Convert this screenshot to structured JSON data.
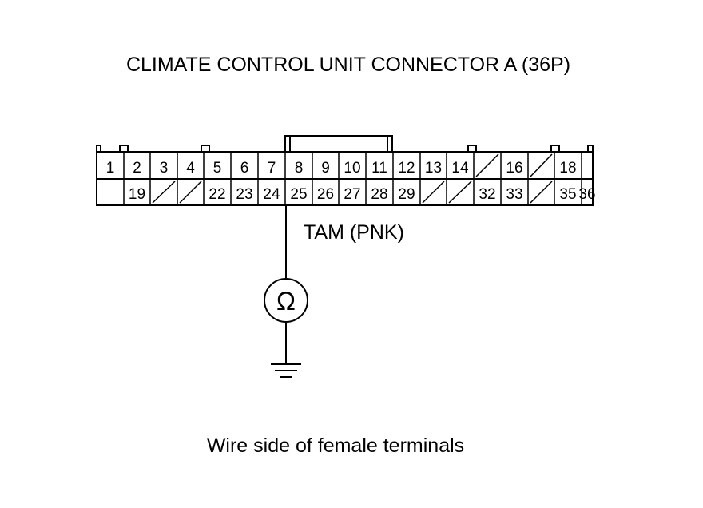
{
  "title": "CLIMATE CONTROL UNIT CONNECTOR A (36P)",
  "wire_label": "TAM (PNK)",
  "caption": "Wire side of female terminals",
  "meter_symbol": "Ω",
  "connector": {
    "row1": [
      "1",
      "2",
      "3",
      "4",
      "5",
      "6",
      "7",
      "8",
      "9",
      "10",
      "11",
      "12",
      "13",
      "14",
      "",
      "16",
      "",
      "18",
      ""
    ],
    "row1_blank": [
      14,
      16
    ],
    "row2": [
      "",
      "19",
      "",
      "",
      "22",
      "23",
      "24",
      "25",
      "26",
      "27",
      "28",
      "29",
      "",
      "",
      "32",
      "33",
      "",
      "35",
      "36"
    ],
    "row2_blank": [
      2,
      3,
      12,
      13,
      16
    ]
  },
  "probe_terminal": "25",
  "icons": [
    "ohmmeter-icon",
    "ground-icon"
  ]
}
